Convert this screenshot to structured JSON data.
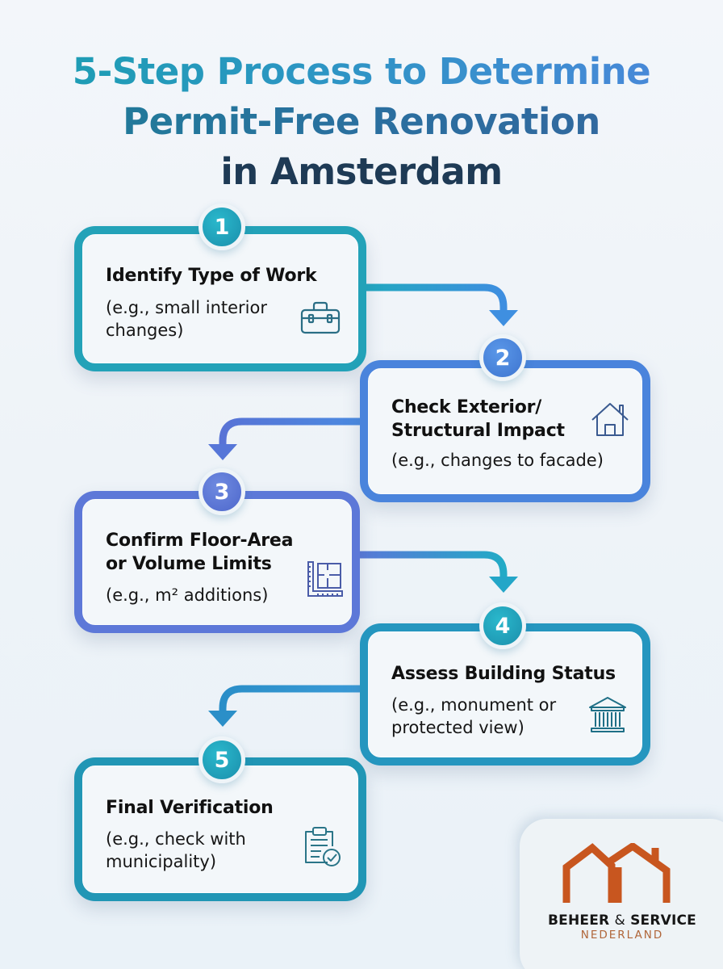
{
  "header": {
    "title_line1": "5-Step Process to Determine",
    "title_line2": "Permit-Free Renovation",
    "title_line3": "in Amsterdam"
  },
  "steps": [
    {
      "number": "1",
      "title_lines": [
        "Identify Type of Work"
      ],
      "desc_lines": [
        "(e.g., small interior",
        "changes)"
      ],
      "icon": "toolbox-icon",
      "color": "#23a2b8"
    },
    {
      "number": "2",
      "title_lines": [
        "Check Exterior/",
        "Structural Impact"
      ],
      "desc_lines": [
        "(e.g., changes to facade)"
      ],
      "icon": "house-icon",
      "color": "#4a84dc"
    },
    {
      "number": "3",
      "title_lines": [
        "Confirm Floor-Area",
        "or Volume Limits"
      ],
      "desc_lines": [
        "(e.g., m² additions)"
      ],
      "icon": "floor-plan-ruler-icon",
      "color": "#5d78d8"
    },
    {
      "number": "4",
      "title_lines": [
        "Assess Building Status"
      ],
      "desc_lines": [
        "(e.g., monument or",
        "protected view)"
      ],
      "icon": "monument-building-icon",
      "color": "#2596bf"
    },
    {
      "number": "5",
      "title_lines": [
        "Final Verification"
      ],
      "desc_lines": [
        "(e.g., check with",
        "municipality)"
      ],
      "icon": "clipboard-check-icon",
      "color": "#2196b5"
    }
  ],
  "logo": {
    "name_bold_1": "BEHEER",
    "ampersand": "&",
    "name_bold_2": "SERVICE",
    "subtitle": "NEDERLAND",
    "accent_color": "#c8561f"
  }
}
